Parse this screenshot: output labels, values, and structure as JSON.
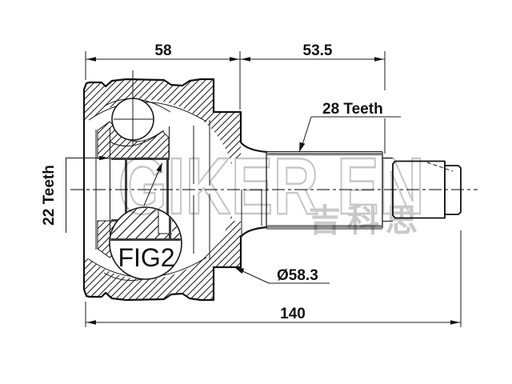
{
  "figure": {
    "type": "cv-joint-outer-technical-drawing",
    "detail_label": "FIG2"
  },
  "dimensions": {
    "housing_length": "58",
    "shaft_length": "53.5",
    "total_length": "140",
    "boot_groove_diameter": "Ø58.3"
  },
  "labels": {
    "outer_spline": "28 Teeth",
    "inner_spline": "22 Teeth"
  },
  "watermark": {
    "brand": "GIKER EN",
    "cjk": "吉科思",
    "color": "#c7c7c7"
  },
  "colors": {
    "line": "#111111",
    "heavy_edge": "#3f3f3f",
    "spline_crest": "#7d7d7d",
    "background": "#ffffff"
  }
}
